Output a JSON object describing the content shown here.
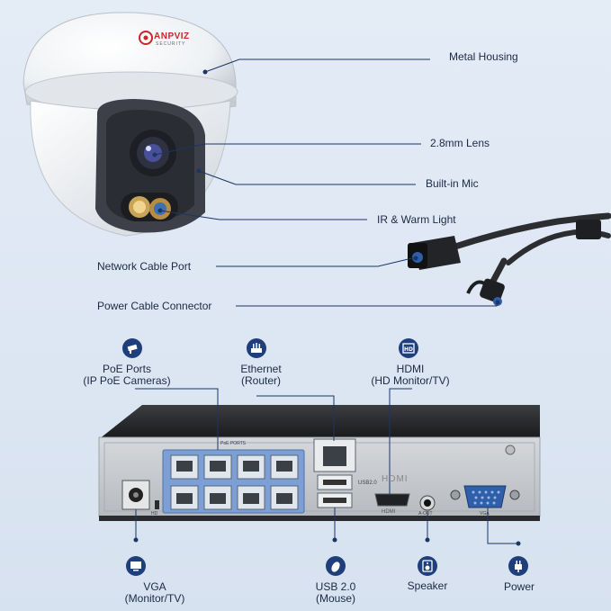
{
  "brand": {
    "name": "ANPVIZ",
    "tagline": "SECURITY"
  },
  "camera_labels": {
    "housing": "Metal Housing",
    "lens": "2.8mm Lens",
    "mic": "Built-in Mic",
    "light": "IR & Warm Light",
    "network": "Network Cable Port",
    "power_connector": "Power Cable Connector"
  },
  "nvr_labels": {
    "poe_line1": "PoE Ports",
    "poe_line2": "(IP PoE Cameras)",
    "ethernet_line1": "Ethernet",
    "ethernet_line2": "(Router)",
    "hdmi_line1": "HDMI",
    "hdmi_line2": "(HD Monitor/TV)",
    "vga_line1": "VGA",
    "vga_line2": "(Monitor/TV)",
    "usb_line1": "USB 2.0",
    "usb_line2": "(Mouse)",
    "speaker": "Speaker",
    "power": "Power"
  },
  "panel_print": {
    "poe_ports": "PoE PORTS",
    "usb": "USB2.0",
    "hdmi_top": "HDMI",
    "hdmi_bottom": "HDMI",
    "audio": "A-OUT",
    "vga": "VGA",
    "hd": "HD"
  },
  "colors": {
    "callout": "#1b3566",
    "icon_bg": "#1f3f7c",
    "poe_block": "#7c9fd6",
    "nvr_panel": "#c9ccd0"
  },
  "icons": {
    "poe": "cctv-camera-icon",
    "ethernet": "router-icon",
    "hdmi": "hd-icon",
    "vga": "monitor-icon",
    "usb": "mouse-icon",
    "speaker": "speaker-icon",
    "power": "power-plug-icon"
  }
}
